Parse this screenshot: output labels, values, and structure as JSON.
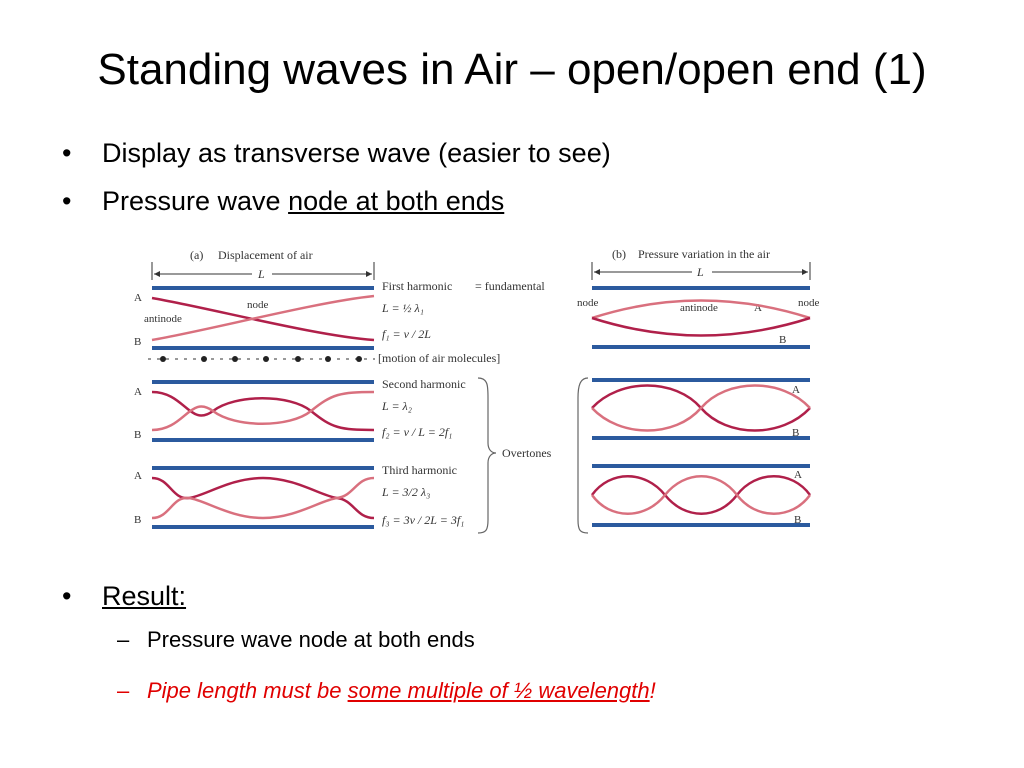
{
  "slide": {
    "title": "Standing waves in Air – open/open end (1)",
    "bullets": [
      {
        "bullet": "•",
        "text": "Display as transverse wave (easier to see)"
      },
      {
        "bullet": "•",
        "text_pre": "Pressure wave ",
        "text_underlined": "node at both ends"
      }
    ],
    "result": {
      "bullet": "•",
      "label": "Result:",
      "subitems": [
        {
          "dash": "–",
          "text": "Pressure wave node at both ends"
        },
        {
          "dash": "–",
          "text_pre": "Pipe length must be ",
          "text_underlined": "some multiple of ½ wavelength",
          "text_post": "!",
          "color": "#e00000"
        }
      ]
    }
  },
  "figure": {
    "panel_a": {
      "label": "(a)",
      "title": "Displacement of air",
      "length_label": "L",
      "labels": {
        "A": "A",
        "B": "B",
        "node": "node",
        "antinode": "antinode"
      },
      "molecules_label": "[motion of air molecules]"
    },
    "panel_b": {
      "label": "(b)",
      "title": "Pressure variation in the air",
      "length_label": "L",
      "labels": {
        "node_left": "node",
        "node_right": "node",
        "antinode": "antinode",
        "A": "A",
        "B": "B"
      }
    },
    "harmonics": [
      {
        "name": "First harmonic",
        "eq": "= fundamental",
        "length_eq": "L = ½ λ₁",
        "freq_eq": "f₁ = v / 2L"
      },
      {
        "name": "Second harmonic",
        "length_eq": "L = λ₂",
        "freq_eq": "f₂ = v / L = 2f₁"
      },
      {
        "name": "Third harmonic",
        "length_eq": "L = 3/2 λ₃",
        "freq_eq": "f₃ = 3v / 2L = 3f₁"
      }
    ],
    "overtones_label": "Overtones",
    "colors": {
      "pipe": "#2b5a9e",
      "wave_dark": "#b0204a",
      "wave_light": "#d9707e"
    }
  }
}
